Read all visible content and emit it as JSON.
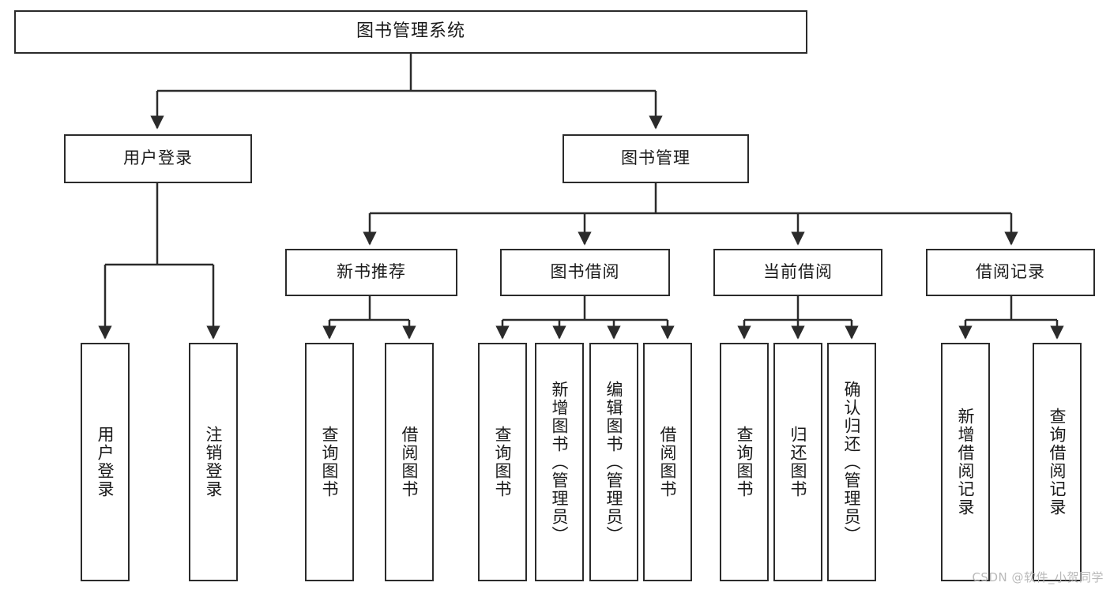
{
  "diagram": {
    "type": "tree-hierarchy",
    "title": "图书管理系统",
    "orientation": "top-down",
    "nodes": {
      "root": {
        "label": "图书管理系统"
      },
      "level2": [
        {
          "id": "user-login",
          "label": "用户登录"
        },
        {
          "id": "book-manage",
          "label": "图书管理"
        }
      ],
      "level3": [
        {
          "id": "new-book-recommend",
          "label": "新书推荐"
        },
        {
          "id": "book-borrow",
          "label": "图书借阅"
        },
        {
          "id": "current-borrow",
          "label": "当前借阅"
        },
        {
          "id": "borrow-record",
          "label": "借阅记录"
        }
      ],
      "leaves": {
        "user-login": [
          {
            "id": "leaf-user-login",
            "label": "用户登录"
          },
          {
            "id": "leaf-user-logout",
            "label": "注销登录"
          }
        ],
        "new-book-recommend": [
          {
            "id": "leaf-query-book-1",
            "label": "查询图书"
          },
          {
            "id": "leaf-borrow-book-1",
            "label": "借阅图书"
          }
        ],
        "book-borrow": [
          {
            "id": "leaf-query-book-2",
            "label": "查询图书"
          },
          {
            "id": "leaf-add-book",
            "label": "新增图书（管理员）"
          },
          {
            "id": "leaf-edit-book",
            "label": "编辑图书（管理员）"
          },
          {
            "id": "leaf-borrow-book-2",
            "label": "借阅图书"
          }
        ],
        "current-borrow": [
          {
            "id": "leaf-query-book-3",
            "label": "查询图书"
          },
          {
            "id": "leaf-return-book",
            "label": "归还图书"
          },
          {
            "id": "leaf-confirm-return",
            "label": "确认归还（管理员）"
          }
        ],
        "borrow-record": [
          {
            "id": "leaf-add-record",
            "label": "新增借阅记录"
          },
          {
            "id": "leaf-query-record",
            "label": "查询借阅记录"
          }
        ]
      }
    },
    "colors": {
      "stroke": "#2b2b2b",
      "fill": "#ffffff",
      "text": "#1a1a1a",
      "watermark": "#b9b9b9"
    }
  },
  "watermark": {
    "text": "CSDN @软件_小贺同学"
  }
}
